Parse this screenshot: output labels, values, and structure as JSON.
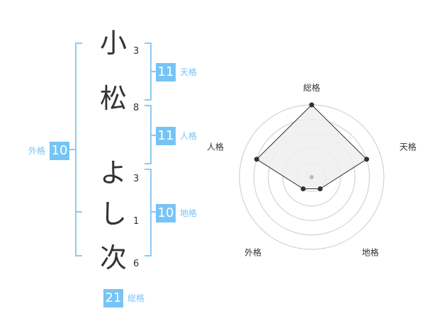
{
  "name_chars": [
    {
      "char": "小",
      "strokes": "3"
    },
    {
      "char": "松",
      "strokes": "8"
    },
    {
      "char": "よ",
      "strokes": "3"
    },
    {
      "char": "し",
      "strokes": "1"
    },
    {
      "char": "次",
      "strokes": "6"
    }
  ],
  "fortunes": {
    "tenkaku": {
      "value": "11",
      "label": "天格"
    },
    "jinkaku": {
      "value": "11",
      "label": "人格"
    },
    "chikaku": {
      "value": "10",
      "label": "地格"
    },
    "gaikaku": {
      "value": "10",
      "label": "外格"
    },
    "soukaku": {
      "value": "21",
      "label": "総格"
    }
  },
  "colors": {
    "accent": "#76c4f5",
    "bracket": "#8ccaf3",
    "text": "#333333",
    "radar_fill": "#eeeeee",
    "radar_grid": "#cccccc"
  },
  "chart_data": {
    "type": "radar",
    "axes": [
      "総格",
      "天格",
      "地格",
      "外格",
      "人格"
    ],
    "values": [
      5,
      4,
      1,
      1,
      4
    ],
    "range": [
      0,
      5
    ],
    "rings": 5
  }
}
